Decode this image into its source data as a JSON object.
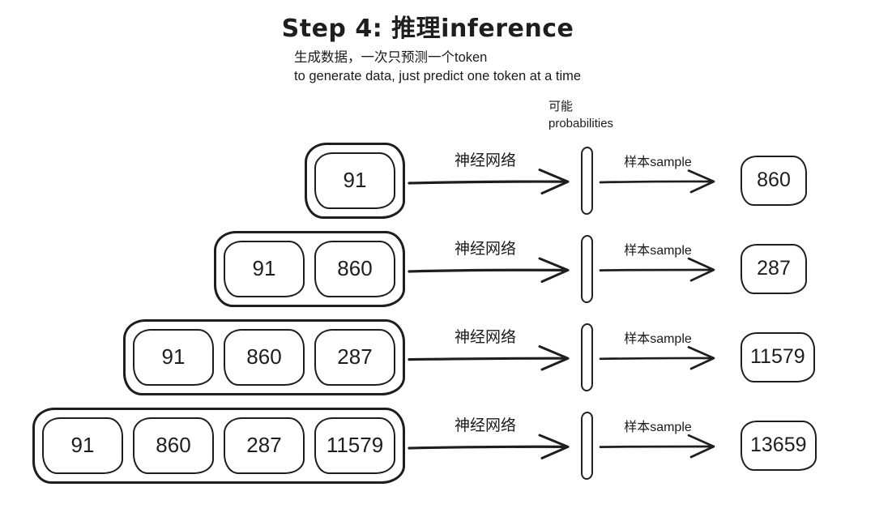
{
  "title": "Step 4: 推理inference",
  "subtitle": {
    "line1": "生成数据，一次只预测一个token",
    "line2": "to generate data, just predict one token at a time"
  },
  "prob_label": {
    "line1": "可能",
    "line2": "probabilities"
  },
  "labels": {
    "neural_network": "神经网络",
    "sample": "样本sample"
  },
  "rows": [
    {
      "tokens": [
        "91"
      ],
      "output": "860"
    },
    {
      "tokens": [
        "91",
        "860"
      ],
      "output": "287"
    },
    {
      "tokens": [
        "91",
        "860",
        "287"
      ],
      "output": "11579"
    },
    {
      "tokens": [
        "91",
        "860",
        "287",
        "11579"
      ],
      "output": "13659"
    }
  ],
  "colors": {
    "ink": "#1e1e1e",
    "background": "#ffffff"
  }
}
